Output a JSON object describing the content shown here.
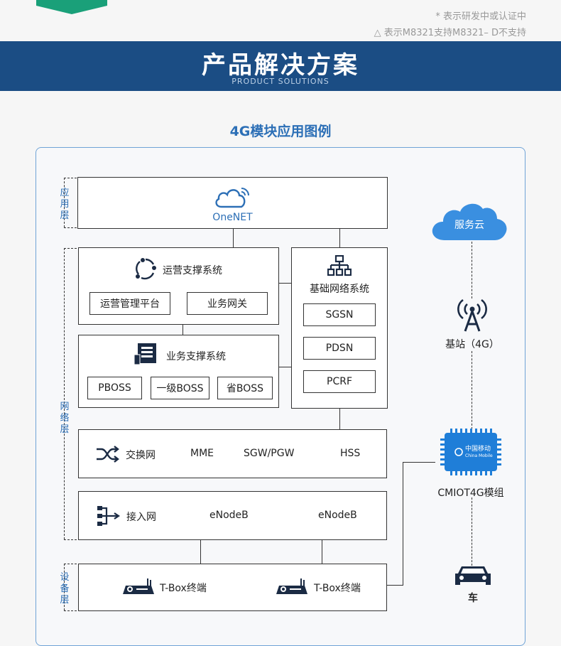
{
  "notes": {
    "line1": "* 表示研发中或认证中",
    "line2": "△ 表示M8321支持M8321– D不支持"
  },
  "header": {
    "title": "产品解决方案",
    "subtitle": "PRODUCT SOLUTIONS"
  },
  "section_title": "4G模块应用图例",
  "layers": {
    "application": "应用层",
    "network": "网络层",
    "device": "设备层"
  },
  "onenet": {
    "label": "OneNET",
    "icon": "cloud-wifi-icon"
  },
  "ops_system": {
    "label": "运营支撑系统",
    "icon": "cycle-icon",
    "items": [
      "运营管理平台",
      "业务网关"
    ]
  },
  "biz_system": {
    "label": "业务支撑系统",
    "icon": "document-icon",
    "items": [
      "PBOSS",
      "一级BOSS",
      "省BOSS"
    ]
  },
  "base_network": {
    "label": "基础网络系统",
    "icon": "network-tree-icon",
    "items": [
      "SGSN",
      "PDSN",
      "PCRF"
    ]
  },
  "switch_network": {
    "label": "交换网",
    "icon": "shuffle-icon",
    "items": [
      "MME",
      "SGW/PGW",
      "HSS"
    ]
  },
  "access_network": {
    "label": "接入网",
    "icon": "branch-icon",
    "items": [
      "eNodeB",
      "eNodeB"
    ]
  },
  "devices": {
    "items": [
      "T-Box终端",
      "T-Box终端"
    ],
    "icon": "router-icon"
  },
  "right_column": {
    "cloud": "服务云",
    "tower": "基站（4G）",
    "module": "CMIOT4G模组",
    "module_chip_text": [
      "中国移动",
      "China Mobile"
    ],
    "car": "车"
  },
  "colors": {
    "header_bg": "#1b4d84",
    "accent_blue": "#2c6fb6",
    "cloud_blue": "#3a8fe0",
    "green": "#1aa079"
  }
}
